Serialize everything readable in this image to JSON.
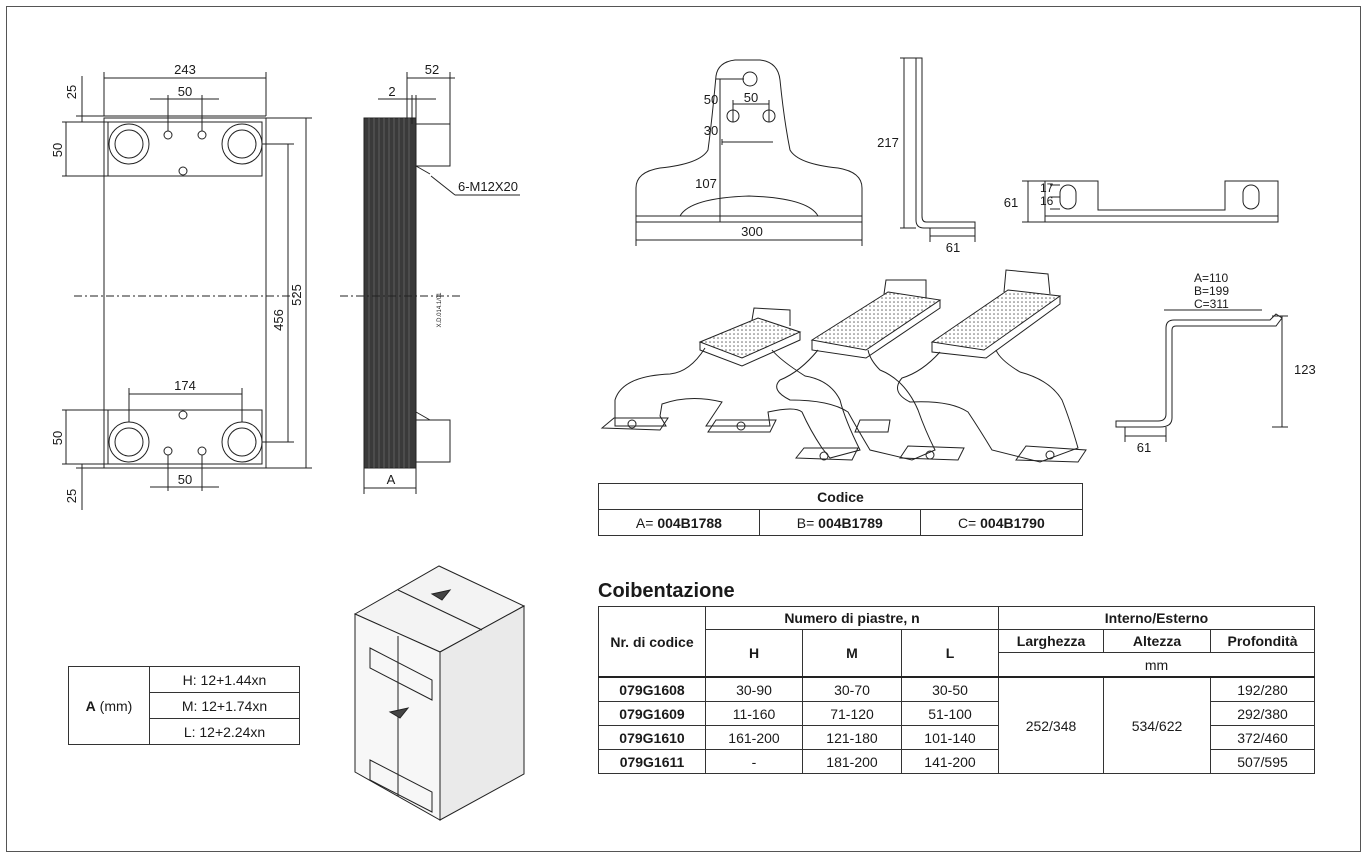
{
  "dims_front": {
    "width": "243",
    "top_holes": "50",
    "top_offset": "25",
    "port_pitch_top": "50",
    "height_ports": "456",
    "height_total": "525",
    "bottom_span": "174",
    "port_pitch_bottom": "50",
    "bottom_holes": "50",
    "bottom_offset": "25"
  },
  "dims_side": {
    "depth_connection": "52",
    "plate": "2",
    "thread": "6-M12X20",
    "pack": "A",
    "doc_code": "X.D.014.1/01"
  },
  "dims_bracket": {
    "d50a": "50",
    "d50b": "50",
    "d30": "30",
    "d107": "107",
    "d300": "300",
    "d217": "217",
    "d61a": "61",
    "d61b": "61",
    "d17": "17",
    "d16": "16",
    "abc": [
      "A=110",
      "B=199",
      "C=311"
    ],
    "d123": "123",
    "d61c": "61"
  },
  "codice": {
    "header": "Codice",
    "cells": [
      {
        "prefix": "A= ",
        "code": "004B1788"
      },
      {
        "prefix": "B= ",
        "code": "004B1789"
      },
      {
        "prefix": "C= ",
        "code": "004B1790"
      }
    ]
  },
  "coibentazione": {
    "title": "Coibentazione",
    "h_code": "Nr. di codice",
    "h_plates": "Numero di piastre, n",
    "h_inout": "Interno/Esterno",
    "h_H": "H",
    "h_M": "M",
    "h_L": "L",
    "h_width": "Larghezza",
    "h_height": "Altezza",
    "h_depth": "Profondità",
    "h_unit": "mm",
    "rows": [
      {
        "code": "079G1608",
        "H": "30-90",
        "M": "30-70",
        "L": "30-50",
        "depth": "192/280"
      },
      {
        "code": "079G1609",
        "H": "11-160",
        "M": "71-120",
        "L": "51-100",
        "depth": "292/380"
      },
      {
        "code": "079G1610",
        "H": "161-200",
        "M": "121-180",
        "L": "101-140",
        "depth": "372/460"
      },
      {
        "code": "079G1611",
        "H": "-",
        "M": "181-200",
        "L": "141-200",
        "depth": "507/595"
      }
    ],
    "width": "252/348",
    "height": "534/622"
  },
  "a_formula": {
    "label": "A",
    "unit": " (mm)",
    "rows": [
      "H: 12+1.44xn",
      "M: 12+1.74xn",
      "L: 12+2.24xn"
    ]
  }
}
